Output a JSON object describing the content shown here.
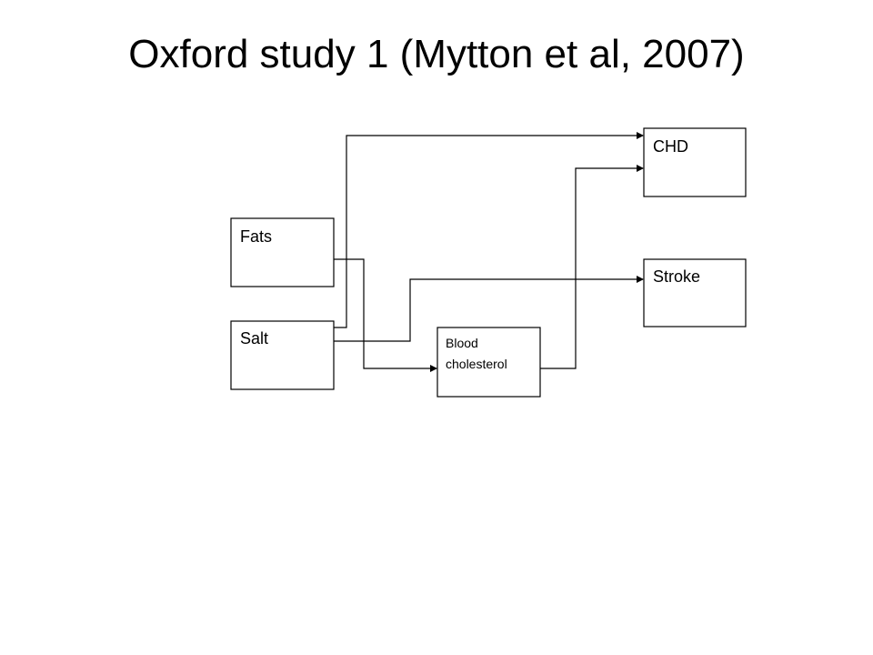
{
  "title": "Oxford study 1 (Mytton et al, 2007)",
  "nodes": {
    "fats": "Fats",
    "salt": "Salt",
    "blood_line1": "Blood",
    "blood_line2": "cholesterol",
    "chd": "CHD",
    "stroke": "Stroke"
  },
  "edges": [
    {
      "from": "Fats",
      "to": "Blood cholesterol"
    },
    {
      "from": "Salt",
      "to": "CHD"
    },
    {
      "from": "Salt",
      "to": "Stroke"
    },
    {
      "from": "Blood cholesterol",
      "to": "CHD"
    }
  ]
}
